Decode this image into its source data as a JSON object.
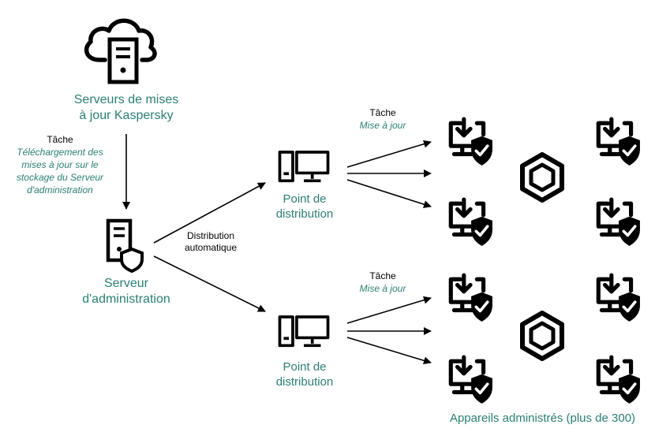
{
  "colors": {
    "text_green": "#2a7f74",
    "icon_black": "#000000",
    "background": "#ffffff"
  },
  "nodes": {
    "kaspersky_servers": {
      "icon": "cloud-server-icon",
      "label_line1": "Serveurs de mises",
      "label_line2": "à jour Kaspersky"
    },
    "admin_server": {
      "icon": "server-shield-icon",
      "label_line1": "Serveur",
      "label_line2": "d'administration"
    },
    "distribution_point_top": {
      "icon": "computer-icon",
      "label_line1": "Point de",
      "label_line2": "distribution"
    },
    "distribution_point_bottom": {
      "icon": "computer-icon",
      "label_line1": "Point de",
      "label_line2": "distribution"
    },
    "managed_devices_label": "Appareils administrés (plus de 300)"
  },
  "edges": {
    "download_task": {
      "title": "Tâche",
      "lines": [
        "Téléchargement des",
        "mises à jour sur le",
        "stockage du Serveur",
        "d'administration"
      ]
    },
    "auto_distribution": {
      "line1": "Distribution",
      "line2": "automatique"
    },
    "update_task_top": {
      "title": "Tâche",
      "subtitle": "Mise à jour"
    },
    "update_task_bottom": {
      "title": "Tâche",
      "subtitle": "Mise à jour"
    }
  },
  "icons": {
    "device": "managed-device-icon",
    "cluster": "hexagon-icon"
  }
}
